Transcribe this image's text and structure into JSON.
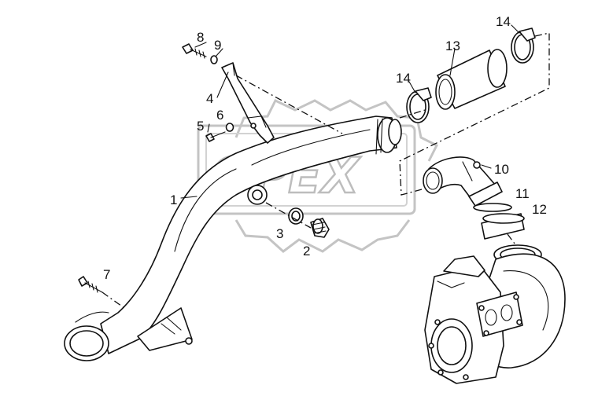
{
  "watermark": {
    "text": "OPEX"
  },
  "callouts": [
    {
      "id": "1",
      "text": "1"
    },
    {
      "id": "2",
      "text": "2"
    },
    {
      "id": "3",
      "text": "3"
    },
    {
      "id": "4",
      "text": "4"
    },
    {
      "id": "5",
      "text": "5"
    },
    {
      "id": "6",
      "text": "6"
    },
    {
      "id": "7",
      "text": "7"
    },
    {
      "id": "8",
      "text": "8"
    },
    {
      "id": "9",
      "text": "9"
    },
    {
      "id": "10",
      "text": "10"
    },
    {
      "id": "11",
      "text": "11"
    },
    {
      "id": "12",
      "text": "12"
    },
    {
      "id": "13",
      "text": "13"
    },
    {
      "id": "14a",
      "text": "14"
    },
    {
      "id": "14b",
      "text": "14"
    }
  ]
}
